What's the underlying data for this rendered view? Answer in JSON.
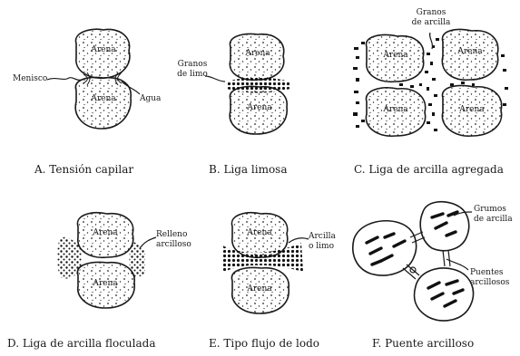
{
  "panels": [
    {
      "id": "A",
      "caption": "A. Tensión capilar",
      "grains": [
        "Arena",
        "Arena"
      ],
      "labels": [
        "Menisco",
        "Agua"
      ]
    },
    {
      "id": "B",
      "caption": "B. Liga limosa",
      "grains": [
        "Arena",
        "Arena"
      ],
      "labels": [
        "Granos",
        "de limo"
      ]
    },
    {
      "id": "C",
      "caption": "C. Liga de arcilla agregada",
      "grains": [
        "Arena",
        "Arena",
        "Arena",
        "Arena"
      ],
      "labels": [
        "Granos",
        "de arcilla"
      ]
    },
    {
      "id": "D",
      "caption": "D. Liga de arcilla floculada",
      "grains": [
        "Arena",
        "Arena"
      ],
      "labels": [
        "Relleno",
        "arcilloso"
      ]
    },
    {
      "id": "E",
      "caption": "E. Tipo flujo de lodo",
      "grains": [
        "Arena",
        "Arena"
      ],
      "labels": [
        "Arcilla",
        "o limo"
      ]
    },
    {
      "id": "F",
      "caption": "F. Puente arcilloso",
      "grains": [],
      "labels": [
        "Grumos",
        "de arcilla",
        "Puentes",
        "arcillosos"
      ]
    }
  ],
  "colors": {
    "ink": "#1a1a1a",
    "paper": "#ffffff"
  }
}
